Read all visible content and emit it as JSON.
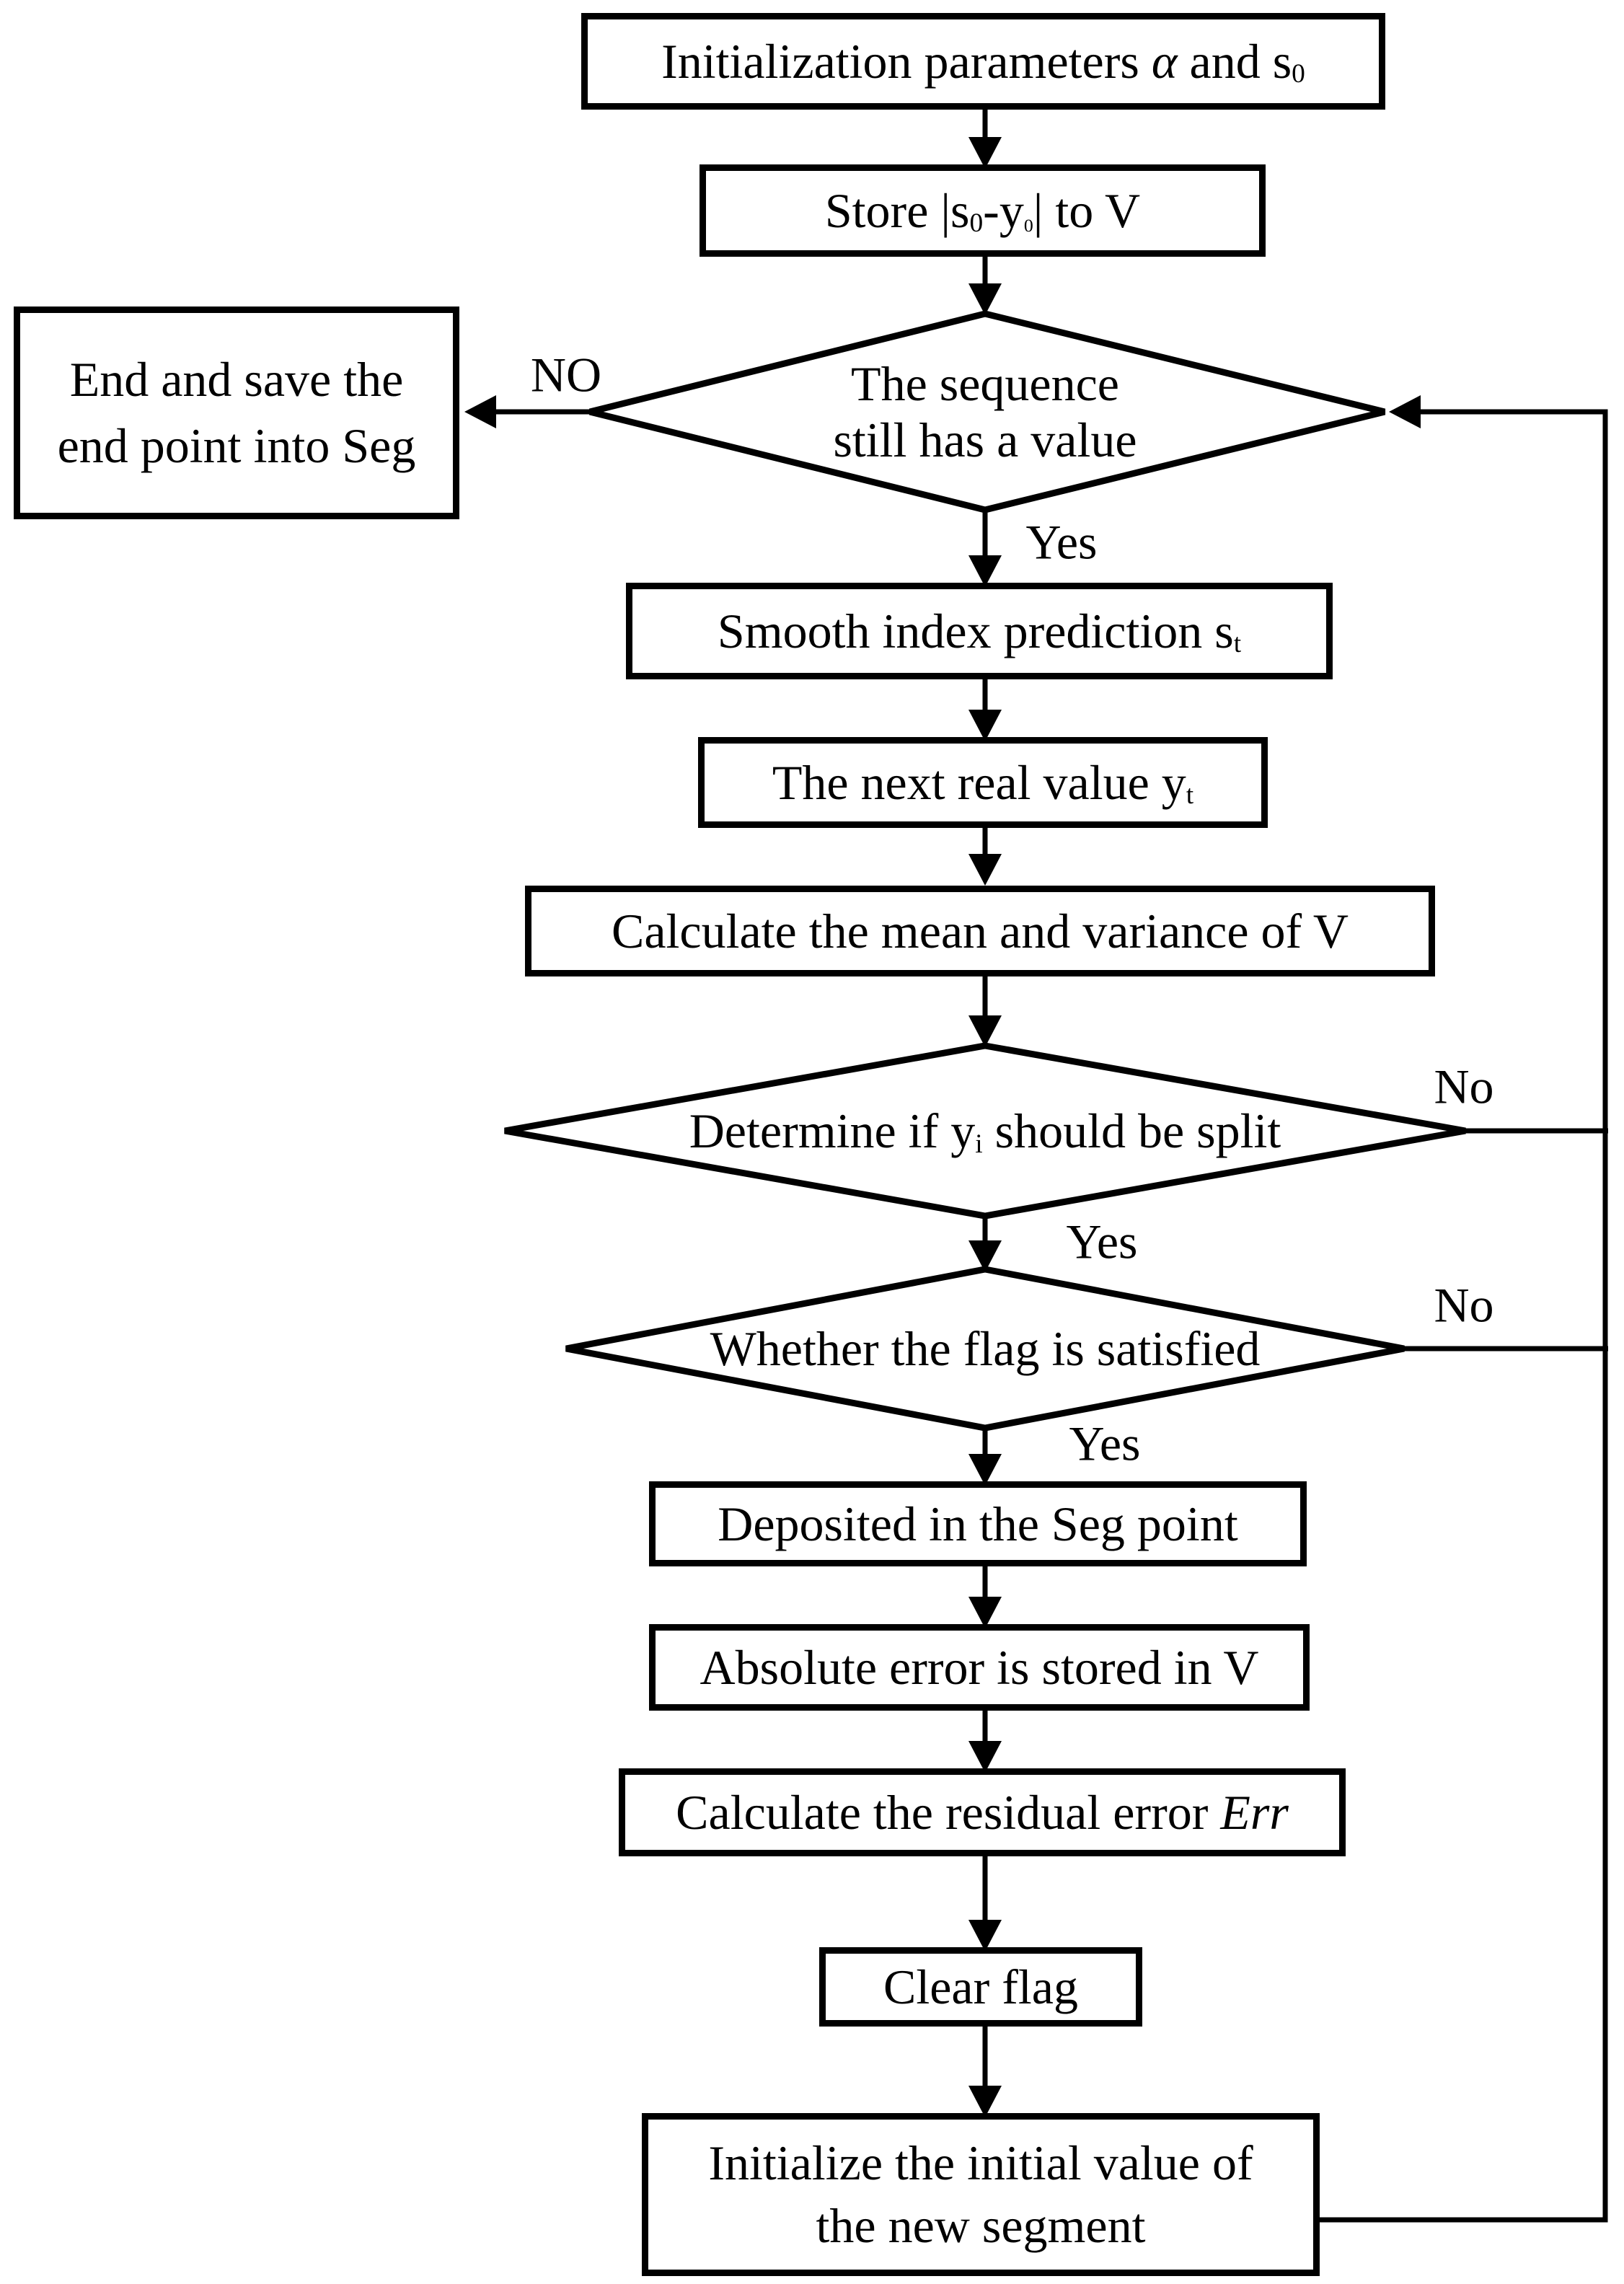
{
  "colors": {
    "line": "#000000",
    "background": "#ffffff"
  },
  "nodes": {
    "init": {
      "parts": [
        "Initialization parameters ",
        "α",
        " and ",
        "s",
        "0"
      ]
    },
    "store": {
      "parts": [
        "Store |s",
        "0",
        "-y",
        "0",
        "| to V"
      ]
    },
    "seq": {
      "line1": "The sequence",
      "line2": "still has a value"
    },
    "end_save": {
      "line1": "End and save the",
      "line2": "end point into Seg"
    },
    "smooth": {
      "parts": [
        "Smooth index prediction s",
        "t"
      ]
    },
    "next_real": {
      "parts": [
        "The next real value y",
        "t"
      ]
    },
    "calc_mean": {
      "text": "Calculate the mean and variance of V"
    },
    "split": {
      "parts": [
        "Determine if y",
        "i",
        " should be split"
      ]
    },
    "flag": {
      "text": "Whether the flag is satisfied"
    },
    "deposited": {
      "text": "Deposited in the Seg point"
    },
    "abs_err": {
      "text": "Absolute error is stored in V"
    },
    "residual": {
      "parts": [
        "Calculate the residual error ",
        "Err"
      ]
    },
    "clear_flag": {
      "text": "Clear flag"
    },
    "init_seg": {
      "line1": "Initialize the initial value of",
      "line2": "the new segment"
    }
  },
  "labels": {
    "no_sequence": "NO",
    "yes_sequence": "Yes",
    "no_split": "No",
    "yes_split": "Yes",
    "no_flag": "No",
    "yes_flag": "Yes"
  }
}
